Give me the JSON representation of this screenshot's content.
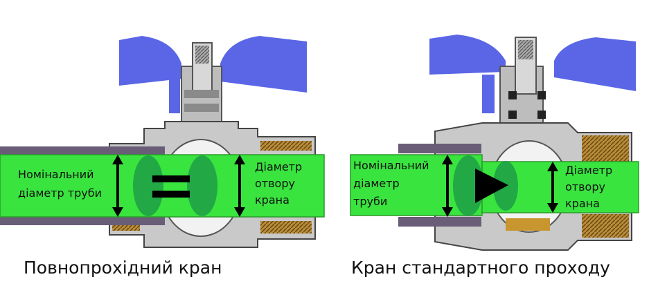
{
  "full_bore": {
    "caption": "Повнопрохідний кран",
    "pipe_label": [
      "Номінальний",
      "діаметр  труби"
    ],
    "bore_label": [
      "Діаметр",
      "отвору",
      "крана"
    ],
    "symbol": "equals"
  },
  "standard_bore": {
    "caption": "Кран стандартного проходу",
    "pipe_label": [
      "Номінальний",
      "діаметр",
      "труби"
    ],
    "bore_label": [
      "Діаметр",
      "отвору",
      "крана"
    ],
    "symbol": "arrow-right"
  },
  "colors": {
    "handle": "#5a66e6",
    "flow": "#39e43f",
    "flow_dark": "#1f9e45",
    "body": "#c9c9c9",
    "pipe": "#6a5d78",
    "brass": "#b5842a"
  }
}
